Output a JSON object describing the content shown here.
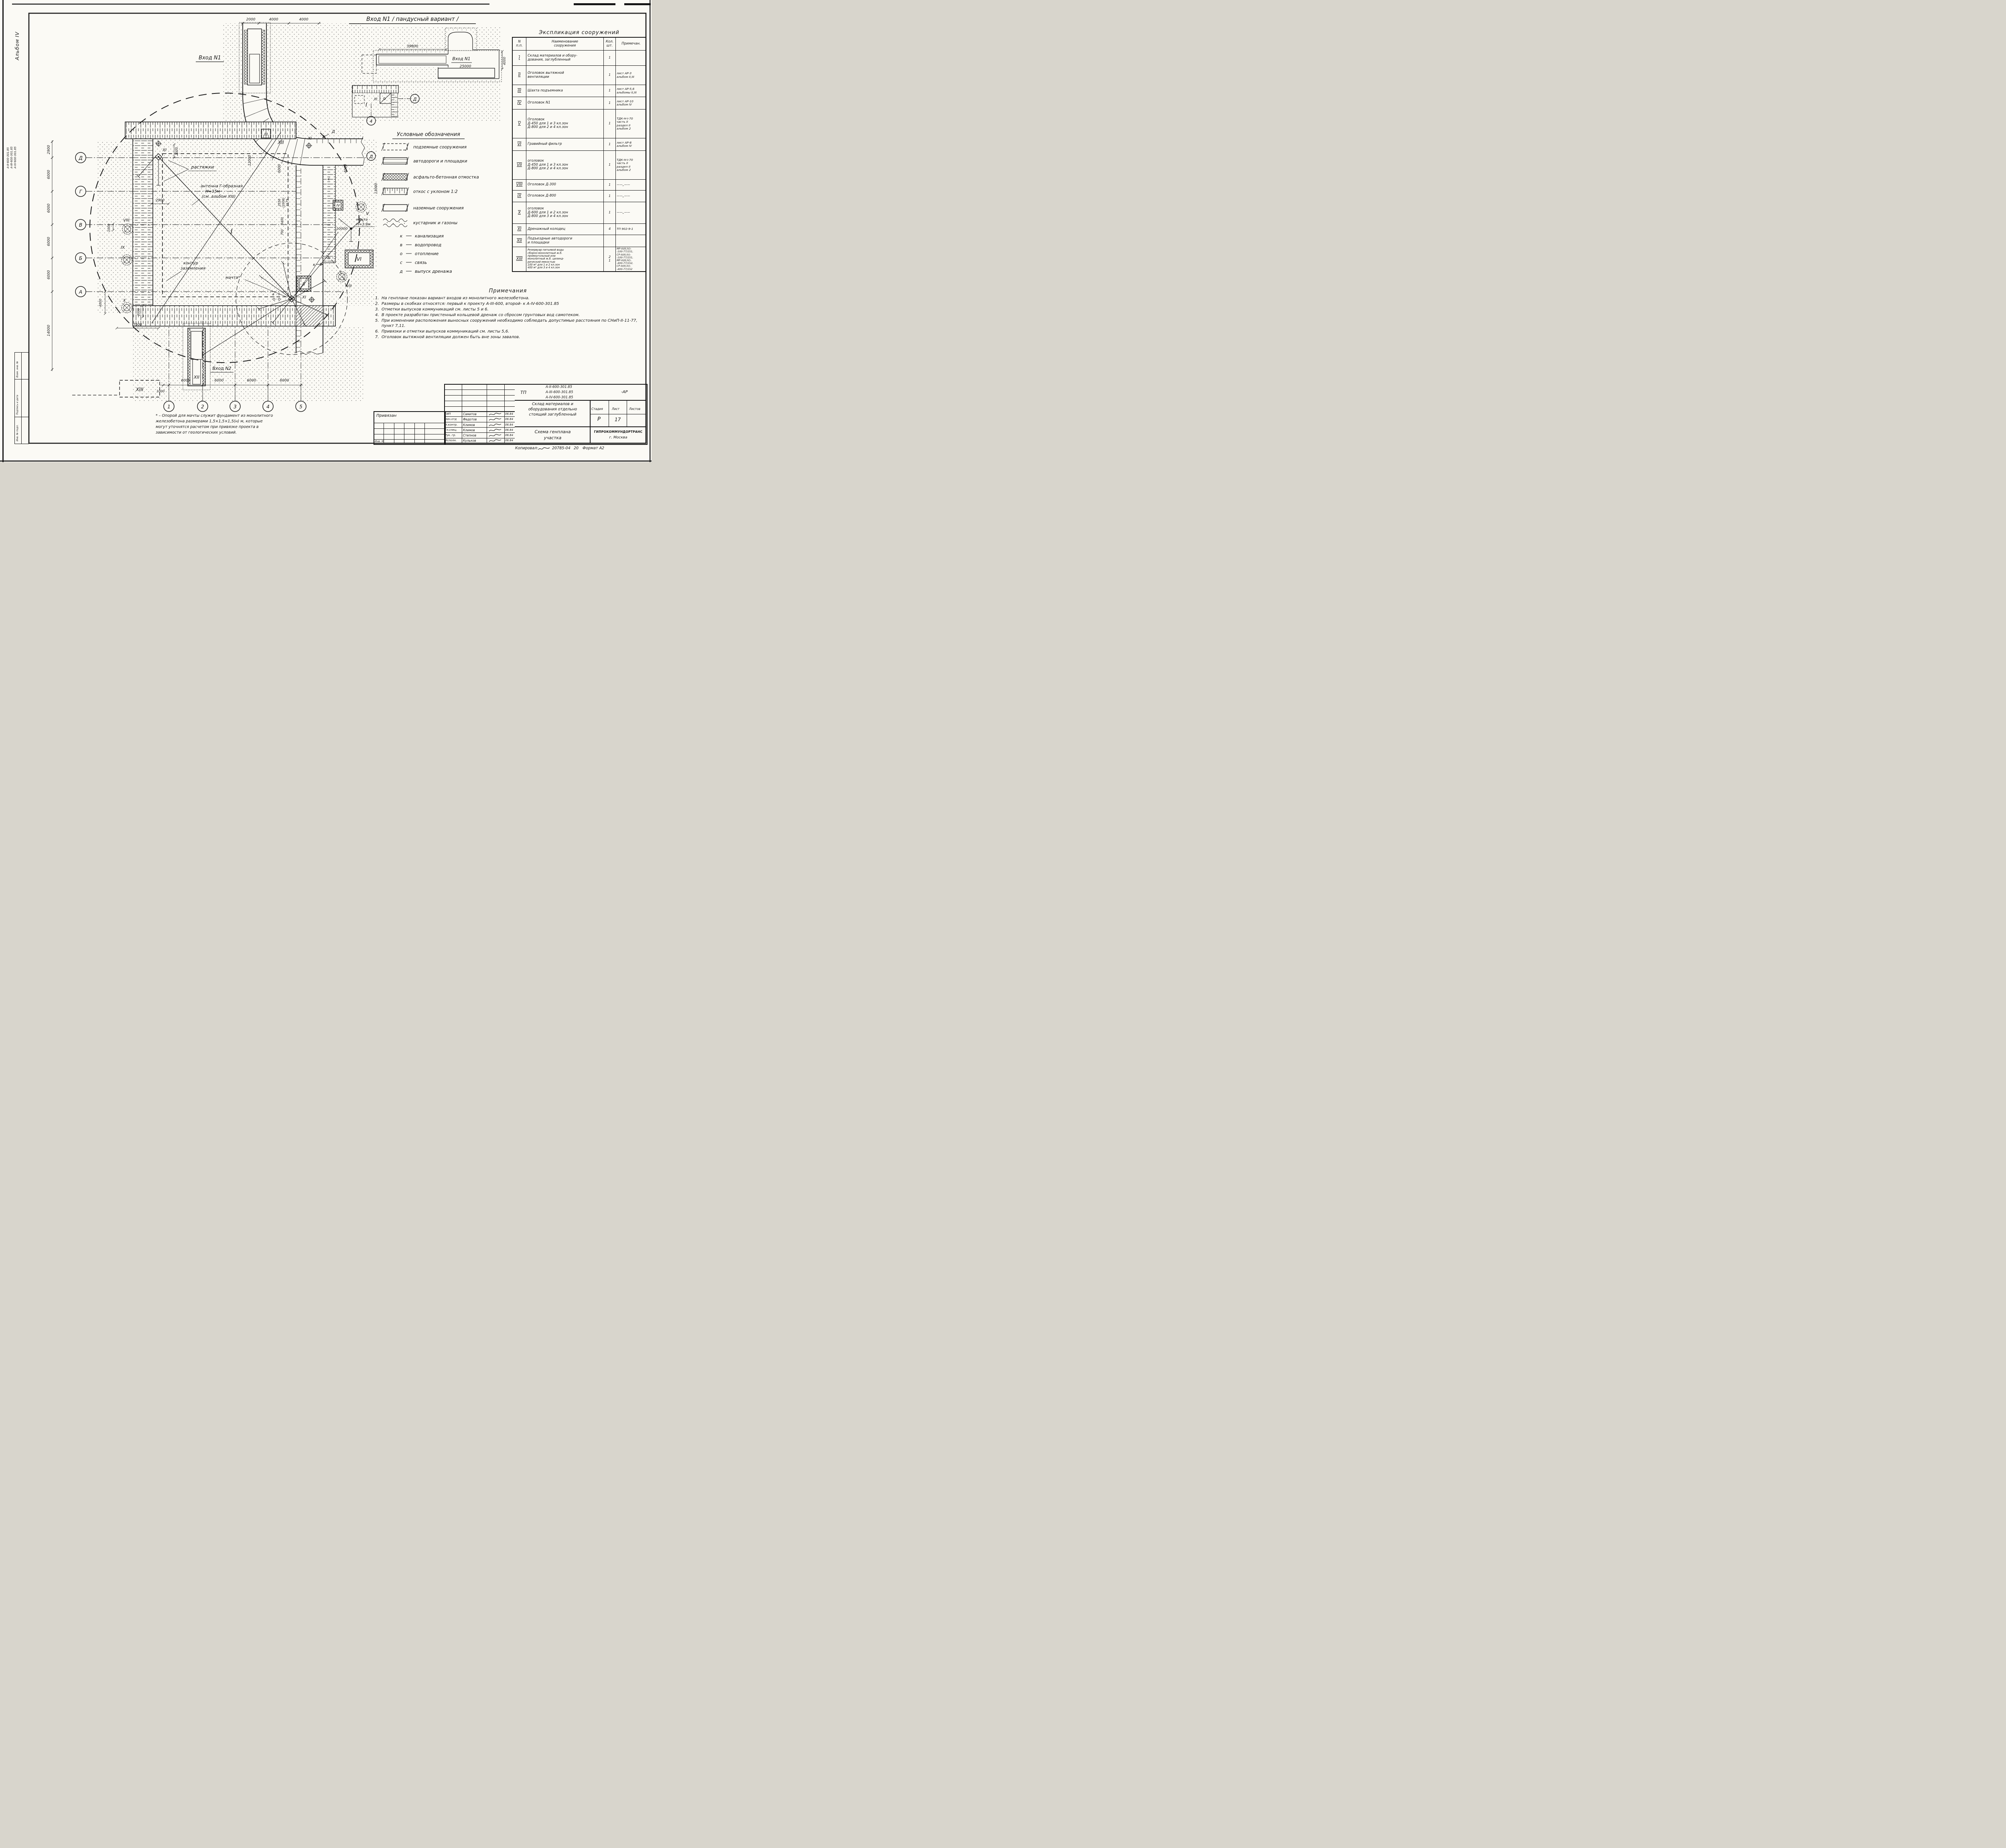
{
  "sheet": {
    "album": "Альбом IV",
    "codes": [
      "А-II-600-301.85",
      "А-III-600-301.85",
      "А-IV-600-301.85"
    ],
    "stamp_rows": [
      "Взам. инв. №",
      "Подпись и дата",
      "Инв. № подл."
    ],
    "copied_label": "Копировал:",
    "doc_number": "20785-04",
    "copies": "20",
    "format_label": "Формат А2"
  },
  "inset": {
    "title": "Вход N1 / пандусный вариант /",
    "entrance_label": "Вход N1",
    "dim_length": "39800",
    "dim_ramp": "25000",
    "dim_width": "4000",
    "marker_building": "I",
    "marker_well": "XI",
    "axis_d": "Д",
    "axis_4": "4"
  },
  "plan": {
    "entrance1": "Вход N1",
    "entrance2": "Вход N2",
    "label_guys": "растяжки",
    "label_antenna1": "антенна Г-образная",
    "label_antenna2": "Н=15м",
    "label_antenna3": "(см. альбом XIII)",
    "label_ground1": "контур",
    "label_ground2": "заземления",
    "label_mast": "мачта*",
    "label_mast2_1": "мачта",
    "label_mast2_2": "Н=3.9м",
    "radius": "10000",
    "letters": {
      "k": "к",
      "s": "с",
      "d": "Д",
      "v": "в",
      "o": "о"
    },
    "row_axes": [
      "Д",
      "Г",
      "В",
      "Б",
      "А"
    ],
    "col_axes": [
      "1",
      "2",
      "3",
      "4",
      "5"
    ],
    "axis_d_right": "Д",
    "markers": {
      "I": "I",
      "II": "II",
      "III": "III",
      "IV": "IV",
      "V": "V",
      "VI": "VI",
      "VII": "VII",
      "VIII": "VIII",
      "IX": "IX",
      "X": "X",
      "XI": "XI",
      "XII": "XII",
      "XIII": "XIII"
    },
    "dims": {
      "top": [
        "2000",
        "4000",
        "4000"
      ],
      "left": [
        "2900",
        "6000",
        "6000",
        "6000",
        "6000",
        "14000"
      ],
      "bottom": [
        "1000",
        "6000",
        "6000",
        "6000",
        "6000"
      ],
      "d2900": "2900",
      "d2000v": "2000",
      "d1000b": "1000",
      "d4000b": "4000",
      "d7500": "7500",
      "d2000b": "2000",
      "d12000": "12000",
      "d6000r": "6000",
      "d4000r": "4000",
      "d13000": "13000",
      "d2550": "2550",
      "d2300": "(2300)",
      "d2175": "2175",
      "d3400": "3400",
      "d700": "700"
    }
  },
  "legend": {
    "title": "Условные обозначения",
    "items": [
      "подземные сооружения",
      "автодороги и площадки",
      "асфальто-бетонная отмостка",
      "откос с уклоном 1:2",
      "наземные сооружения",
      "кустарник и газоны"
    ],
    "letter_items": [
      {
        "letter": "к",
        "label": "канализация"
      },
      {
        "letter": "в",
        "label": "водопровод"
      },
      {
        "letter": "о",
        "label": "отопление"
      },
      {
        "letter": "с",
        "label": "связь"
      },
      {
        "letter": "д",
        "label": "выпуск дренажа"
      }
    ]
  },
  "table": {
    "title": "Экспликация  сооружений",
    "headers": {
      "num": "N\nп.п.",
      "name": "Наименование\nсооружения",
      "qty": "Кол.\nшт.",
      "note": "Примечан."
    },
    "rows": [
      {
        "num": "I",
        "name": "Склад материалов и обору-\nдования, заглубленный",
        "qty": "1",
        "note": ""
      },
      {
        "num": "II",
        "name": "Оголовок вытяжной\nвентиляции",
        "qty": "1",
        "note": "лист АР-3\nальбом II,III"
      },
      {
        "num": "III",
        "name": "Шахта подъемника",
        "qty": "1",
        "note": "лист АР-5,6\nальбомы II,III"
      },
      {
        "num": "IV",
        "name": "Оголовок N1",
        "qty": "1",
        "note": "лист АР-10\nальбом IV"
      },
      {
        "num": "V",
        "name": "Оголовок\nД-450 для 1 и 3 кл.зон\nД-800 для 2 и 4 кл.зон",
        "qty": "1",
        "note": "ТДК-Н-I-70\nчасть II\nраздел II\nальбом 2"
      },
      {
        "num": "VI",
        "name": "Гравийный фильтр",
        "qty": "1",
        "note": "лист АР-8\nальбом IV"
      },
      {
        "num": "VII",
        "name": "оголовок\nД-450 для 1 и 3 кл.зон\nД-800 для 2 и 4 кл.зон",
        "qty": "1",
        "note": "ТДК-Н-I-70\nчасть II\nраздел II\nальбом 2"
      },
      {
        "num": "VIII",
        "name": "Оголовок Д-300",
        "qty": "1",
        "note": "——„——"
      },
      {
        "num": "IX",
        "name": "Оголовок Д-800",
        "qty": "1",
        "note": "——„——"
      },
      {
        "num": "X",
        "name": "оголовок\nД-600 для 1 и 2 кл.зон\nД-800 для 3 и 4 кл.зон",
        "qty": "1",
        "note": "——„——"
      },
      {
        "num": "XI",
        "name": "Дренажный колодец",
        "qty": "4",
        "note": "ТП 902-9-1"
      },
      {
        "num": "XII",
        "name": "Подъездные автодороги\nи площадки",
        "qty": "",
        "note": ""
      },
      {
        "num": "XIII",
        "name": "Резервуар питьевой воды\nсборно-монолитный ж.б.\nпрямоугольный или\nмонолитный ж.б. цилинд-\nрический емкостью\n100 м³ для 1 и 2 кл.зон\n400 м³ для 3 и 4 кл.зон",
        "qty": "2\n1",
        "note": "МР-II(III,IV)-\n-100-77/151,\nСР-II(III,IV)-\n-100-77/151,\nМР-II(III,IV)-\n-400-77/152,\nСР-II(III,IV)-\n-400-77/152"
      }
    ]
  },
  "notes": {
    "title": "Примечания",
    "nums": [
      "1.",
      "2.",
      "3.",
      "4.",
      "5.",
      "6.",
      "7."
    ],
    "items": [
      "На генплане показан вариант входов из монолитного железобетона.",
      "Размеры в скобках относятся: первый к проекту А-III-600, второй- к А-IV-600-301.85",
      "Отметки выпусков коммуникаций см. листы 5 и 6.",
      "В проекте разработан пристенный кольцевой дренаж со сбросом грунтовых вод самотеком.",
      "При изменении расположения выносных сооружений необходимо соблюдать допустимые расстояния по СНиП-II-11-77, пункт 7,11.",
      "Привязки и отметки выпусков коммуникаций см. листы 5,6.",
      "Оголовок вытяжной вентиляции должен быть вне зоны завалов."
    ]
  },
  "footnote": {
    "text": "* – Опорой для мачты служит фундамент из монолитного\nжелезобетона размерами 1,5×1,5×1,5(н) м, которые\nмогут уточнятся расчетом при привязке проекта в\nзависимости от геологических условий."
  },
  "titleblock": {
    "attached": "Привязан",
    "inv": "Инв. N",
    "tp": "ТП",
    "codes": [
      "А-II-600-301.85",
      "А-III-600-301.85",
      "А-IV-600-301.85"
    ],
    "code_suffix": "-АР",
    "sig_rows": [
      {
        "role": "ГИП",
        "name": "Самитов",
        "date": "06.84"
      },
      {
        "role": "Нач.отд",
        "name": "Федотов",
        "date": "06.84"
      },
      {
        "role": "Н.контр.",
        "name": "Климов",
        "date": "06.84"
      },
      {
        "role": "Гл.спец.",
        "name": "Климов",
        "date": "06.84"
      },
      {
        "role": "Рук. гр.",
        "name": "Степнов",
        "date": "06.84"
      },
      {
        "role": "Исполн.",
        "name": "Кульков",
        "date": "06.84"
      }
    ],
    "object_title": "Склад материалов и\nоборудования отдельно\nстоящий заглубленный",
    "drawing_title": "Схема генплана\nучастка",
    "stage_label": "Стадия",
    "sheet_label": "Лист",
    "sheets_label": "Листов",
    "stage": "Р",
    "sheet_no": "17",
    "org": "ГИПРОКОММУНДОРТРАНС",
    "city": "г. Москва"
  }
}
